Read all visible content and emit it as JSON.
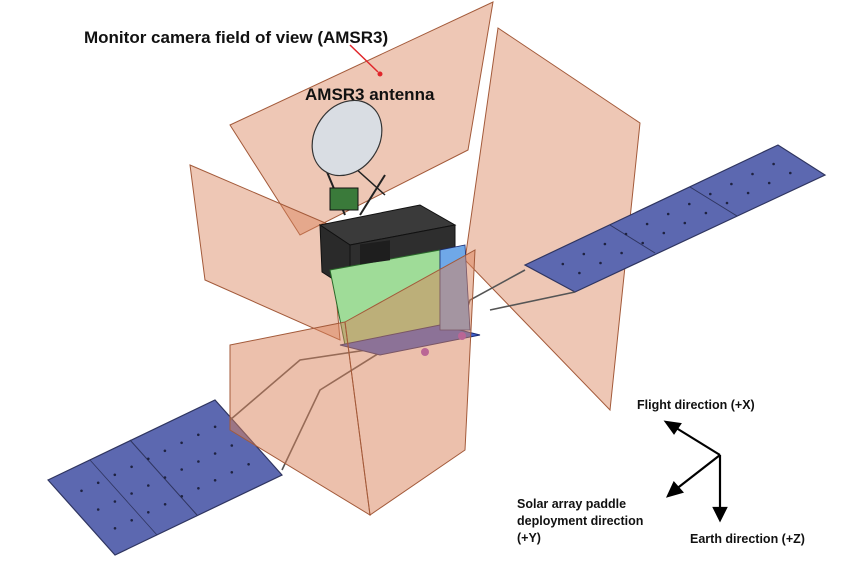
{
  "labels": {
    "fov": "Monitor camera field of view (AMSR3)",
    "antenna": "AMSR3 antenna",
    "flight": "Flight direction (+X)",
    "solar_line1": "Solar array paddle",
    "solar_line2": "deployment direction",
    "solar_line3": "(+Y)",
    "earth": "Earth direction (+Z)"
  },
  "colors": {
    "fov_fill": "#d9825a",
    "fov_stroke": "#a35a3a",
    "panel": "#5c68b0",
    "panel_edge": "#2f3560",
    "bus_green": "#9fdc98",
    "bus_dark": "#2a2a2a",
    "pointer": "#e0262b"
  }
}
